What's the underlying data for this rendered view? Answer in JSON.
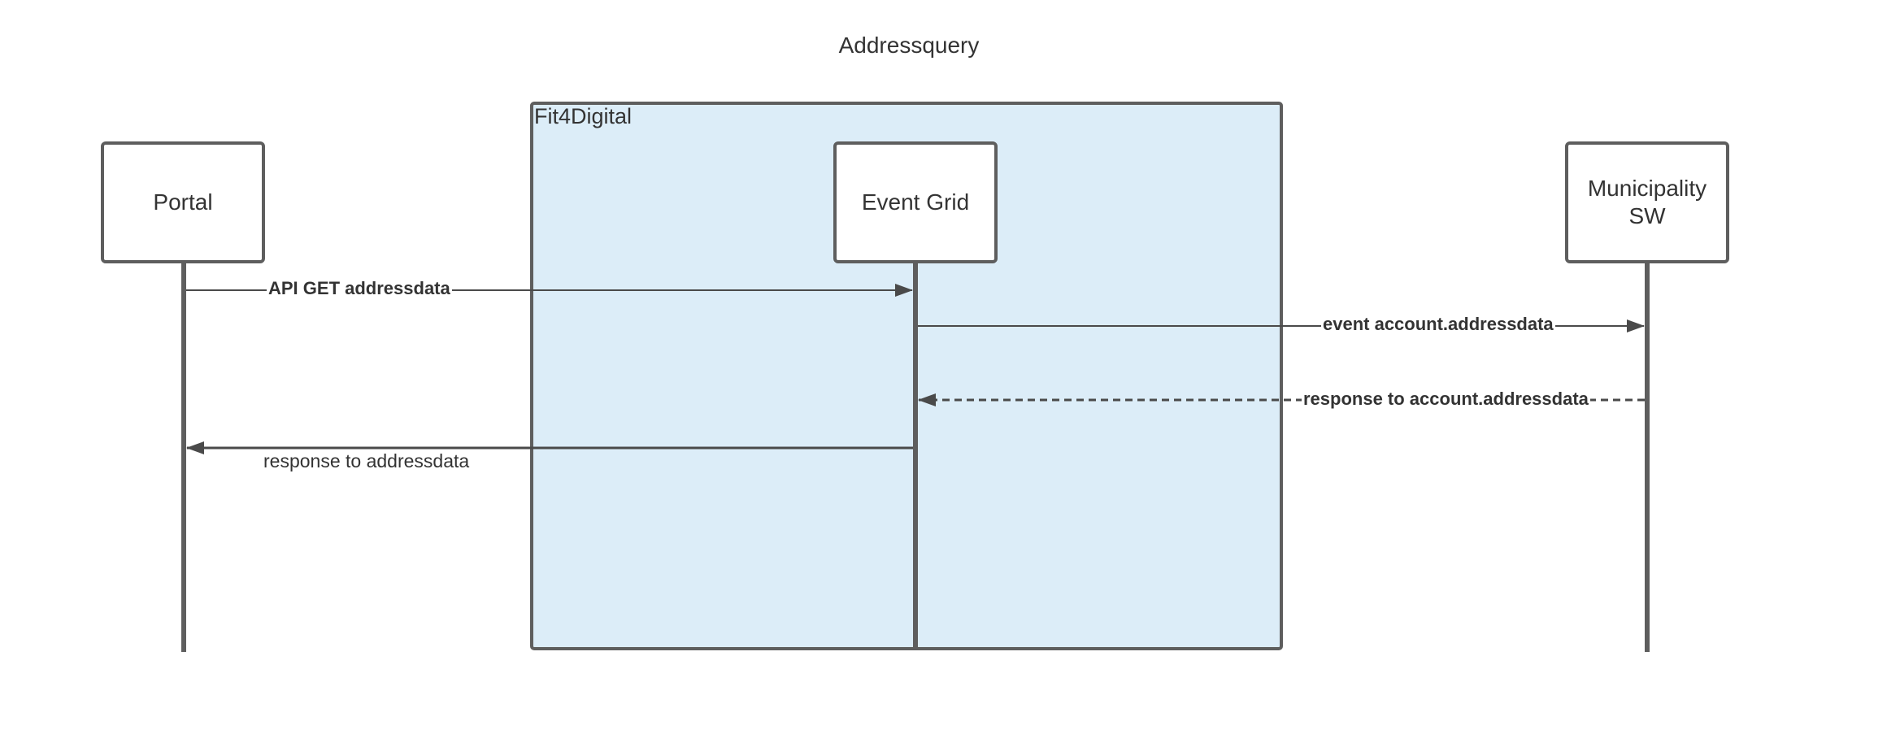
{
  "title": "Addressquery",
  "group": {
    "label": "Fit4Digital"
  },
  "participants": [
    {
      "id": "portal",
      "label": "Portal"
    },
    {
      "id": "event-grid",
      "label": "Event Grid"
    },
    {
      "id": "municipality",
      "label": "Municipality SW"
    }
  ],
  "messages": [
    {
      "label": "API GET addressdata",
      "from": "Portal",
      "to": "Event Grid",
      "style": "solid"
    },
    {
      "label": "event account.addressdata",
      "from": "Event Grid",
      "to": "Municipality SW",
      "style": "solid"
    },
    {
      "label": "response to account.addressdata",
      "from": "Municipality SW",
      "to": "Event Grid",
      "style": "dashed"
    },
    {
      "label": "response to addressdata",
      "from": "Event Grid",
      "to": "Portal",
      "style": "solid"
    }
  ],
  "colors": {
    "group_fill": "#dcedf8",
    "stroke": "#5e5e5e",
    "text": "#333333"
  }
}
